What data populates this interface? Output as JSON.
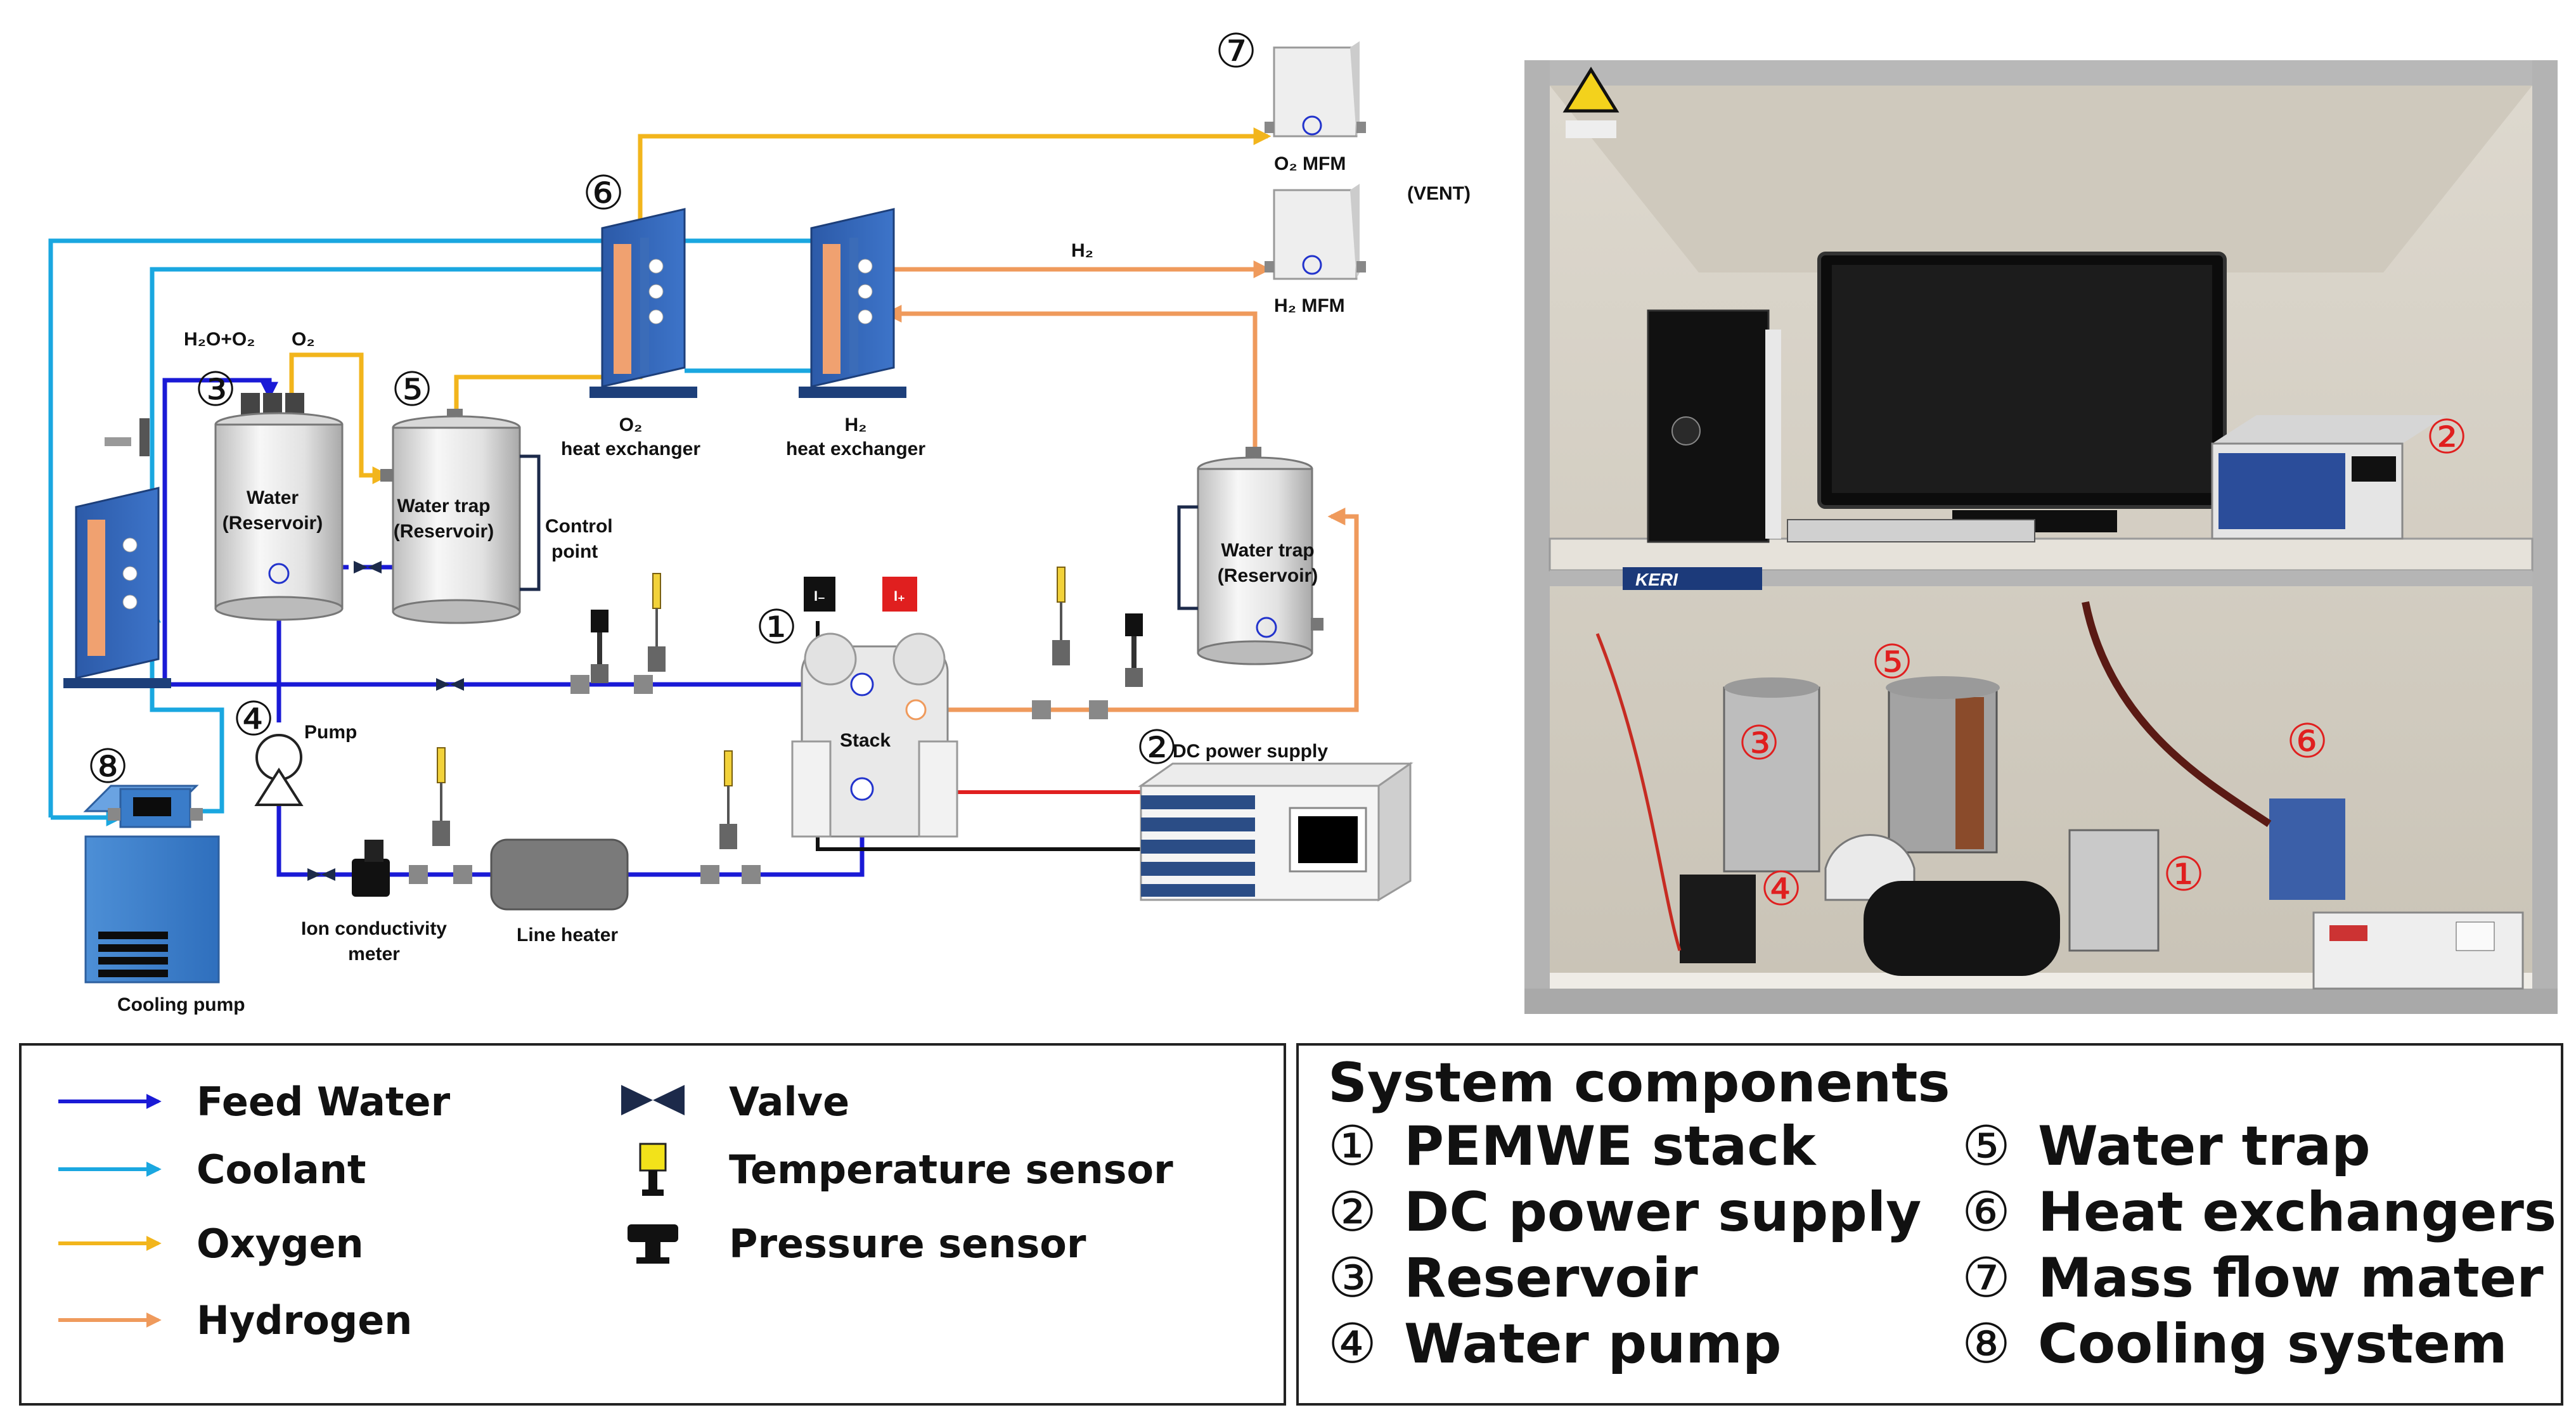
{
  "colors": {
    "feed_water": "#1a1ad6",
    "coolant": "#1aa7e0",
    "oxygen": "#f2b51c",
    "hydrogen": "#ef9a5c",
    "power_pos": "#e01f1f",
    "power_neg": "#111111"
  },
  "diagram": {
    "badges": {
      "b1": "①",
      "b2": "②",
      "b3": "③",
      "b4": "④",
      "b5": "⑤",
      "b6": "⑥",
      "b7": "⑦",
      "b8": "⑧"
    },
    "labels": {
      "o2_mfm": "O₂ MFM",
      "h2_mfm": "H₂ MFM",
      "vent": "(VENT)",
      "h2_line": "H₂",
      "h2o_o2": "H₂O+O₂",
      "o2": "O₂",
      "o2_hx_1": "O₂",
      "o2_hx_2": "heat exchanger",
      "h2_hx_1": "H₂",
      "h2_hx_2": "heat exchanger",
      "water_res_1": "Water",
      "water_res_2": "(Reservoir)",
      "trap1_1": "Water trap",
      "trap1_2": "(Reservoir)",
      "trap2_1": "Water trap",
      "trap2_2": "(Reservoir)",
      "control_1": "Control",
      "control_2": "point",
      "pump": "Pump",
      "stack": "Stack",
      "i_minus": "I₋",
      "i_plus": "I₊",
      "dc_power": "DC power supply",
      "cooling_pump": "Cooling pump",
      "ion_1": "Ion conductivity",
      "ion_2": "meter",
      "line_heater": "Line heater"
    }
  },
  "photo": {
    "badges": [
      "①",
      "②",
      "③",
      "④",
      "⑤",
      "⑥"
    ],
    "brand_logo": "KERI"
  },
  "legend": {
    "lines": [
      {
        "label": "Feed Water",
        "color": "#1a1ad6"
      },
      {
        "label": "Coolant",
        "color": "#1aa7e0"
      },
      {
        "label": "Oxygen",
        "color": "#f2b51c"
      },
      {
        "label": "Hydrogen",
        "color": "#ef9a5c"
      }
    ],
    "symbols": [
      {
        "label": "Valve",
        "icon": "valve-icon"
      },
      {
        "label": "Temperature sensor",
        "icon": "temperature-sensor-icon"
      },
      {
        "label": "Pressure sensor",
        "icon": "pressure-sensor-icon"
      }
    ]
  },
  "components": {
    "title": "System components",
    "left": [
      {
        "num": "①",
        "name": "PEMWE stack"
      },
      {
        "num": "②",
        "name": "DC power supply"
      },
      {
        "num": "③",
        "name": "Reservoir"
      },
      {
        "num": "④",
        "name": "Water pump"
      }
    ],
    "right": [
      {
        "num": "⑤",
        "name": "Water trap"
      },
      {
        "num": "⑥",
        "name": "Heat exchangers"
      },
      {
        "num": "⑦",
        "name": "Mass flow mater"
      },
      {
        "num": "⑧",
        "name": "Cooling system"
      }
    ]
  }
}
